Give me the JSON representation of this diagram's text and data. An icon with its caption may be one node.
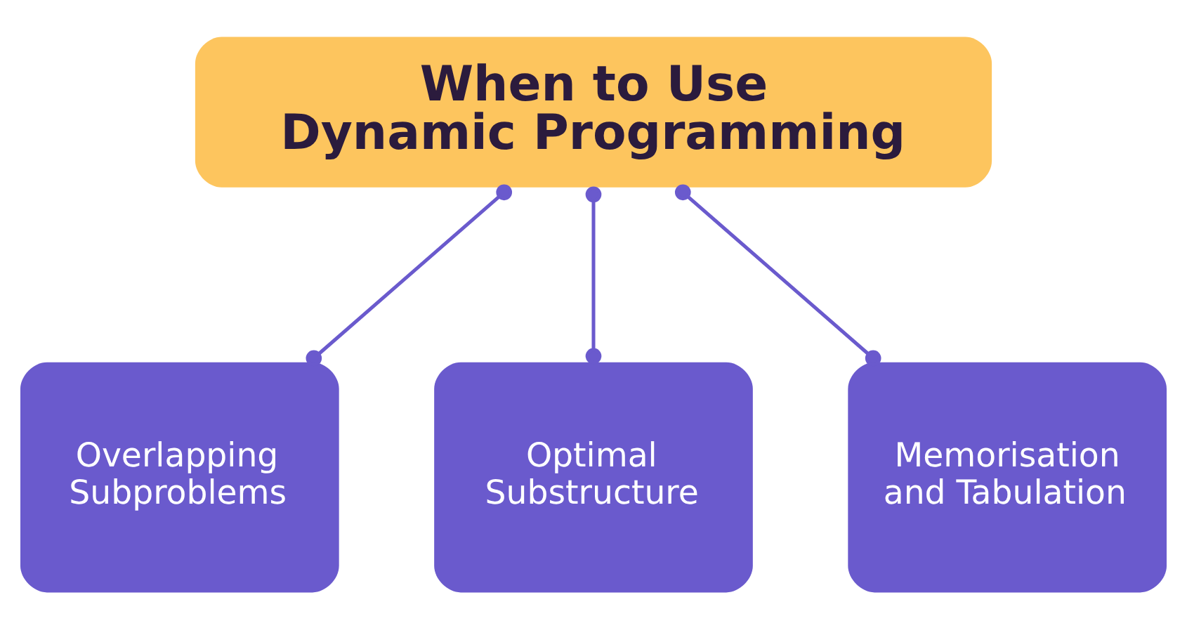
{
  "diagram": {
    "nodes": [
      {
        "text": [
          "When to Use Dynamic Programming"
        ]
      },
      {
        "text": [
          "Overlapping Subproblems"
        ]
      },
      {
        "text": [
          "Optimal Substructure"
        ]
      },
      {
        "text": [
          "Memorisation and Tabulation"
        ]
      }
    ],
    "edges": [
      {
        "from": 0,
        "to": 1,
        "arrow": "other"
      },
      {
        "from": 0,
        "to": 2,
        "arrow": "other"
      },
      {
        "from": 0,
        "to": 3,
        "arrow": "other"
      }
    ]
  }
}
